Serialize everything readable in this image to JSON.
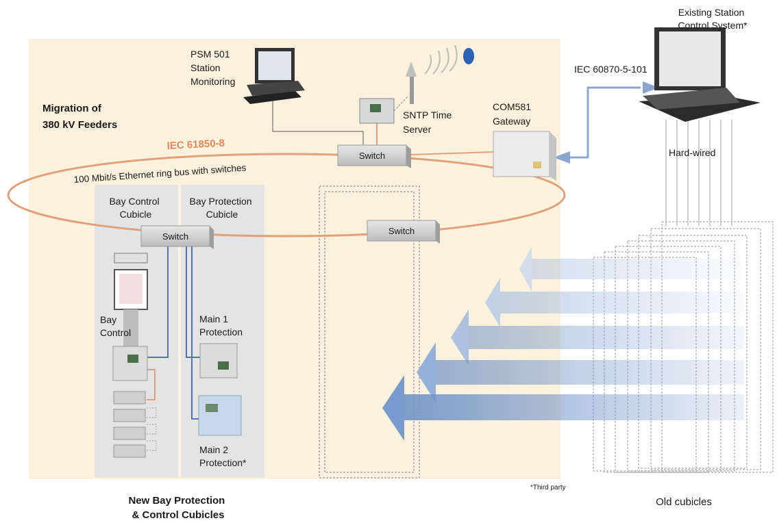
{
  "labels": {
    "existing_station": [
      "Existing Station",
      "Control System*"
    ],
    "psm501": [
      "PSM 501",
      "Station",
      "Monitoring"
    ],
    "migration": [
      "Migration of",
      "380 kV Feeders"
    ],
    "sntp": [
      "SNTP Time",
      "Server"
    ],
    "com581": [
      "COM581",
      "Gateway"
    ],
    "iec_101": "IEC 60870-5-101",
    "iec_61850": "IEC 61850-8",
    "ethernet_ring": "100 Mbit/s Ethernet ring bus with switches",
    "hard_wired": "Hard-wired",
    "switch": "Switch",
    "bay_control_cubicle": [
      "Bay Control",
      "Cubicle"
    ],
    "bay_protection_cubicle": [
      "Bay Protection",
      "Cubicle"
    ],
    "bay_control": [
      "Bay",
      "Control"
    ],
    "main1": [
      "Main 1",
      "Protection"
    ],
    "main2": [
      "Main 2",
      "Protection*"
    ],
    "third_party": "*Third party",
    "new_bay": [
      "New Bay Protection",
      "& Control Cubicles"
    ],
    "old_cubicles": "Old cubicles"
  },
  "colors": {
    "panel_bg": "#fbf1dc",
    "ring": "#e0a07a",
    "link_blue": "#8aa6cc",
    "wire_blue": "#5572b5",
    "arrow_blue": "#6f93c7"
  }
}
